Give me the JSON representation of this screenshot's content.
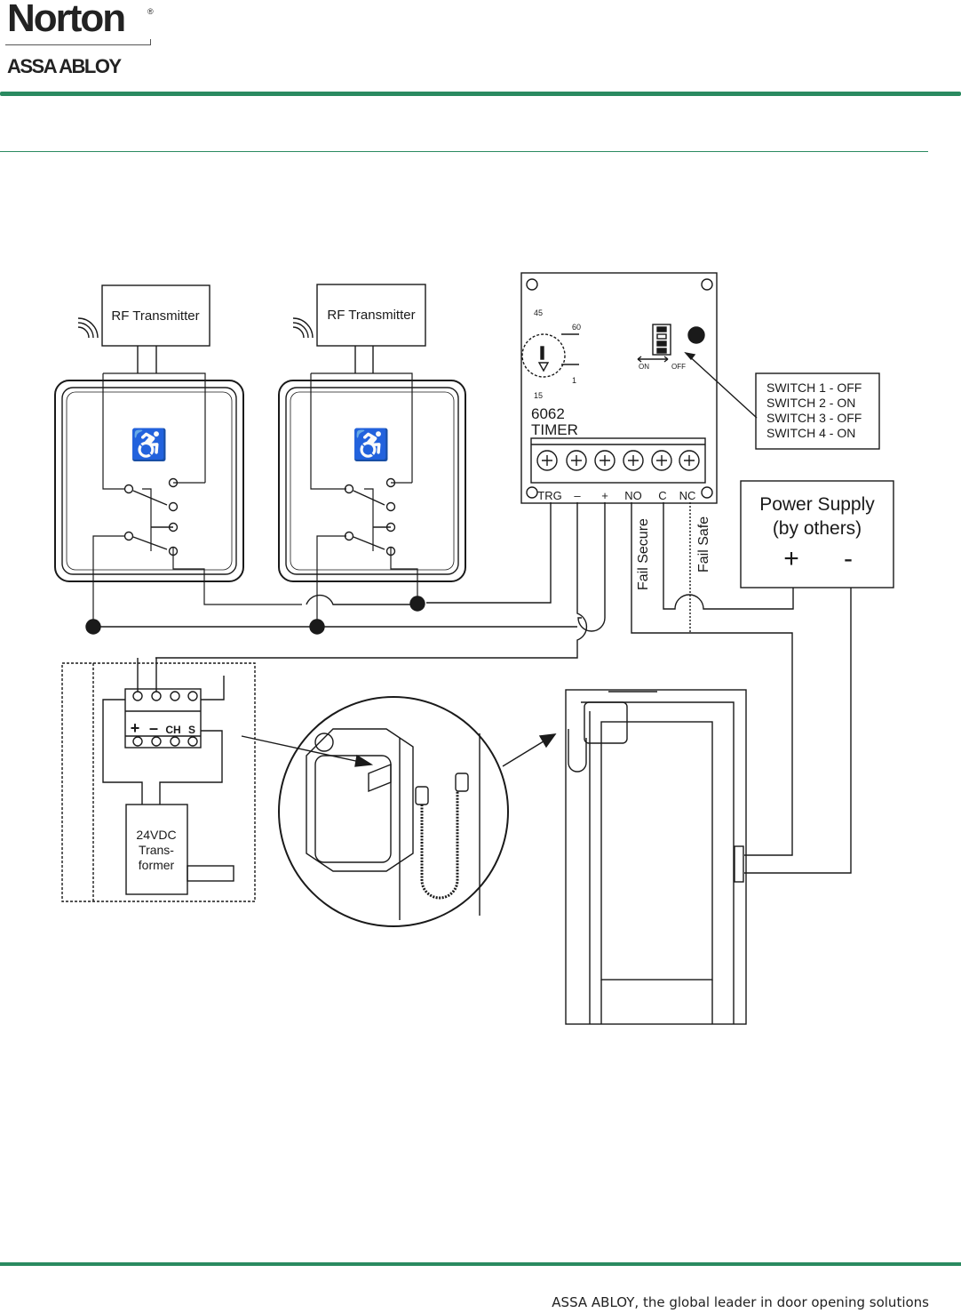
{
  "brand": {
    "name": "Norton",
    "registered": "®",
    "parent": "ASSA ABLOY"
  },
  "footer": {
    "tagline": "ASSA ABLOY, the global leader in door opening solutions"
  },
  "diagram": {
    "transmitter_1": "RF Transmitter",
    "transmitter_2": "RF Transmitter",
    "timer": {
      "model": "6062",
      "name": "TIMER",
      "dial_labels": [
        "45",
        "60",
        "1",
        "15"
      ],
      "dip_on": "ON",
      "dip_off": "OFF",
      "terminals": [
        "TRG",
        "–",
        "+",
        "NO",
        "C",
        "NC"
      ]
    },
    "switch_settings": [
      "SWITCH 1 - OFF",
      "SWITCH 2 - ON",
      "SWITCH 3 - OFF",
      "SWITCH 4 - ON"
    ],
    "fail_secure": "Fail Secure",
    "fail_safe": "Fail Safe",
    "power_supply": {
      "line1": "Power Supply",
      "line2": "(by others)",
      "plus": "+",
      "minus": "-"
    },
    "receiver_terminals": {
      "plus": "+",
      "minus": "–",
      "ch": "CH",
      "s": "S"
    },
    "transformer": {
      "line1": "24VDC",
      "line2": "Trans-",
      "line3": "former"
    }
  },
  "colors": {
    "brand_green": "#2a8a60"
  }
}
